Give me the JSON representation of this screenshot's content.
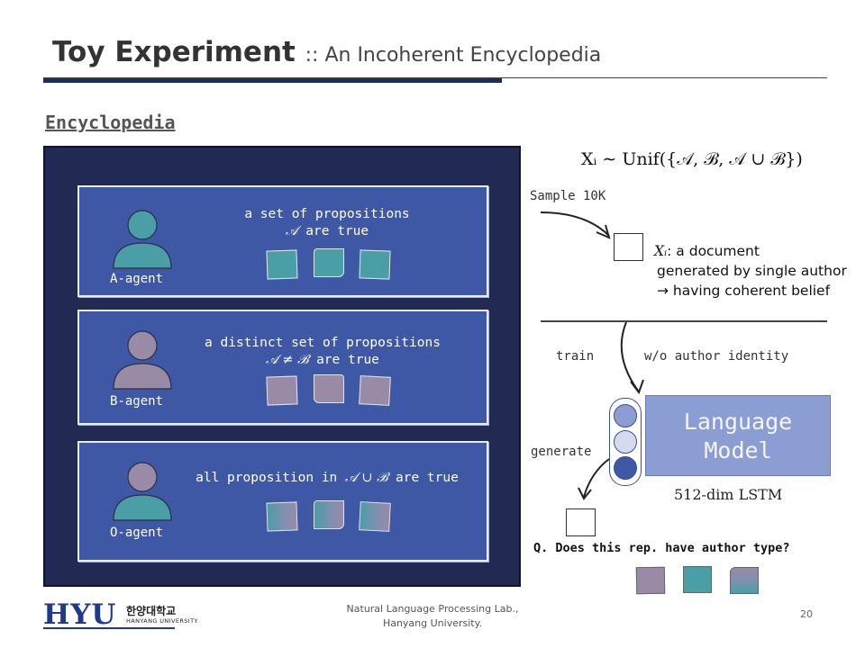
{
  "slide": {
    "title_main": "Toy Experiment",
    "title_sub": ":: An Incoherent Encyclopedia",
    "section_heading": "Encyclopedia"
  },
  "agents": [
    {
      "label": "A-agent",
      "line1": "a set of propositions",
      "line2_math": "𝒜",
      "line2_rest": "are true",
      "avatar_head_color": "#4a9ea6",
      "avatar_body_color": "#4a9ea6",
      "doc_style": "teal"
    },
    {
      "label": "B-agent",
      "line1": "a distinct set of propositions",
      "line2_math": "𝒜 ≠ ℬ",
      "line2_rest": "are true",
      "avatar_head_color": "#998aa6",
      "avatar_body_color": "#998aa6",
      "doc_style": "mauve"
    },
    {
      "label": "O-agent",
      "line1_pre": "all proposition in",
      "line1_math": "𝒜 ∪ ℬ",
      "line1_post": "are true",
      "avatar_head_color": "#998aa6",
      "avatar_body_color": "#4a9ea6",
      "doc_style": "mix"
    }
  ],
  "right": {
    "formula": "Xᵢ ∼ Unif({𝒜, ℬ, 𝒜 ∪ ℬ})",
    "sample_label": "Sample 10K",
    "doc_desc_var": "Xᵢ",
    "doc_desc_line1": ": a document",
    "doc_desc_line2": "generated by single author",
    "doc_desc_line3": "→ having coherent belief",
    "train_label": "train",
    "without_author": "w/o author identity",
    "generate_label": "generate",
    "lm_line1": "Language",
    "lm_line2": "Model",
    "lm_caption": "512-dim LSTM",
    "question": "Q. Does this rep. have author type?"
  },
  "neurons": [
    "#8b9dd2",
    "#d5dbef",
    "#3f58a5"
  ],
  "question_docs": [
    "mauve",
    "teal",
    "mix"
  ],
  "colors": {
    "frame": "#222a54",
    "panel": "#3f58a5",
    "teal": "#4a9ea6",
    "mauve": "#998aa6",
    "lm_box": "#8b9dd2",
    "title_rule": "#1f2d5c"
  },
  "footer": {
    "logo_text": "HYU",
    "logo_korean": "한양대학교",
    "logo_english": "HANYANG UNIVERSITY",
    "lab_line1": "Natural Language Processing Lab.,",
    "lab_line2": "Hanyang University.",
    "page_number": "20"
  }
}
